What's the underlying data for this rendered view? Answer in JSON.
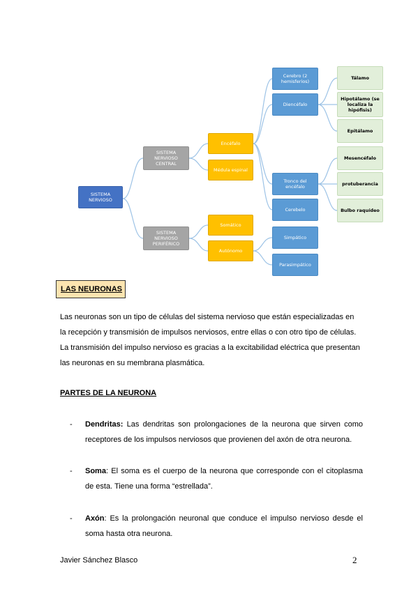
{
  "diagram": {
    "root": "SISTEMA NERVIOSO",
    "central": "SISTEMA NERVIOSO CENTRAL",
    "periferico": "SISTEMA NERVIOSO PERIFÉRICO",
    "encefalo": "Encéfalo",
    "medula": "Médula espinal",
    "somatico": "Somático",
    "autonomo": "Autónomo",
    "cerebro": "Cerebro (2 hemisferios)",
    "diencefalo": "Diencéfalo",
    "tronco": "Tronco del encéfalo",
    "cerebelo": "Cerebelo",
    "simpatico": "Simpático",
    "parasimpatico": "Parasimpático",
    "talamo": "Tálamo",
    "hipotalamo": "Hipotálamo (se localiza la hipófisis)",
    "epitalamo": "Epitálamo",
    "mesencefalo": "Mesencéfalo",
    "protuberancia": "protuberancia",
    "bulbo": "Bulbo raquídeo"
  },
  "section_title": "LAS NEURONAS",
  "intro": "Las neuronas son un tipo de células del sistema nervioso que están especializadas en la recepción y transmisión de impulsos nerviosos, entre ellas o con otro tipo de células.  La transmisión del impulso nervioso es gracias a la excitabilidad eléctrica que presentan las neuronas en su membrana plasmática.",
  "subheading": "PARTES DE LA NEURONA",
  "bullets": [
    {
      "term": "Dendritas:",
      "text": " Las dendritas son prolongaciones de la neurona que sirven como receptores de los impulsos nerviosos que provienen del axón de otra neurona."
    },
    {
      "term": "Soma",
      "text": ": El soma es el cuerpo de la neurona que corresponde con el citoplasma de esta. Tiene una forma “estrellada”."
    },
    {
      "term": "Axón",
      "text": ": Es la prolongación neuronal que conduce el impulso nervioso desde el soma hasta otra neurona."
    }
  ],
  "footer": {
    "author": "Javier Sánchez Blasco",
    "page": "2"
  },
  "colors": {
    "root": "#4472c4",
    "gray": "#a5a5a5",
    "gold": "#ffc000",
    "blue": "#5b9bd5",
    "green": "#e2efda",
    "line": "#9dc3e6"
  }
}
